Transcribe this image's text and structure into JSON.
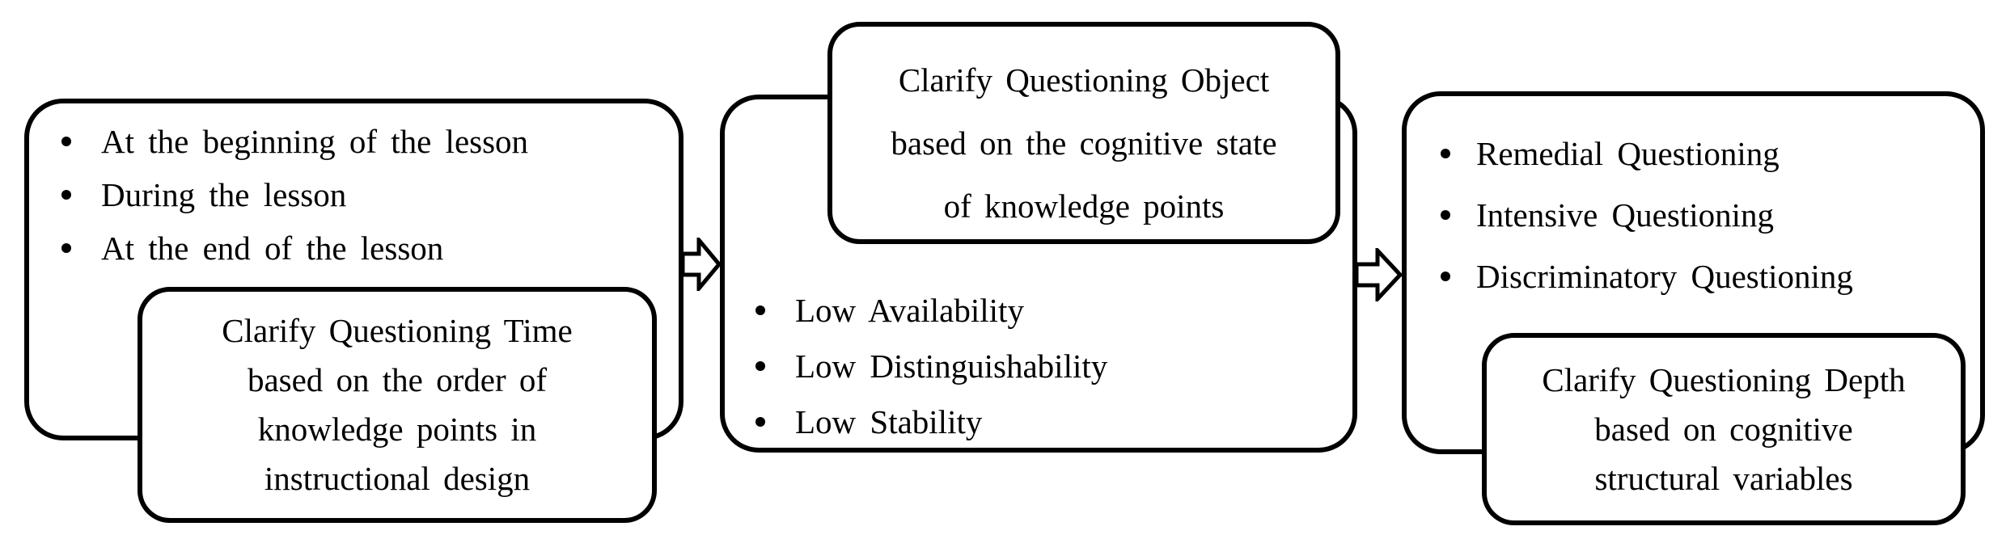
{
  "figure": {
    "background": "#ffffff",
    "stroke_color": "#000000"
  },
  "groups": [
    {
      "id": "questioning-time",
      "bullets": [
        "At the beginning of the lesson",
        "During the lesson",
        "At the end of the lesson"
      ],
      "caption_lines": [
        "Clarify Questioning Time",
        "based on the order of",
        "knowledge points in",
        "instructional design"
      ]
    },
    {
      "id": "questioning-object",
      "caption_lines": [
        "Clarify Questioning Object",
        "based on the cognitive state",
        "of knowledge points"
      ],
      "bullets": [
        "Low Availability",
        "Low Distinguishability",
        "Low Stability"
      ]
    },
    {
      "id": "questioning-depth",
      "bullets": [
        "Remedial Questioning",
        "Intensive Questioning",
        "Discriminatory Questioning"
      ],
      "caption_lines": [
        "Clarify Questioning Depth",
        "based on cognitive",
        "structural variables"
      ]
    }
  ],
  "arrows": [
    {
      "icon": "hollow-right-arrow"
    },
    {
      "icon": "hollow-right-arrow"
    }
  ]
}
